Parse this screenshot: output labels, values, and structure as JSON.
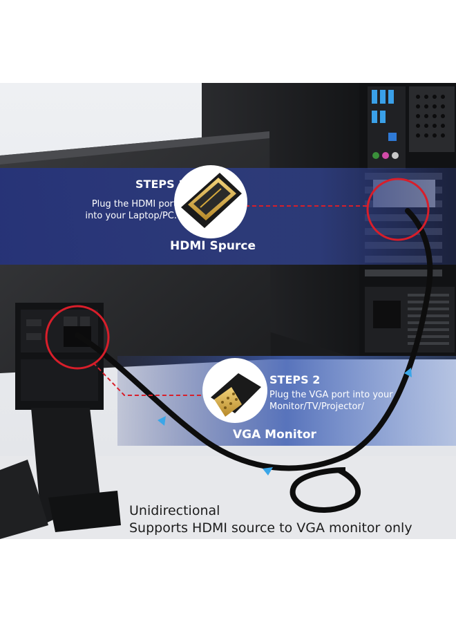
{
  "step1": {
    "title": "STEPS 1",
    "text_line1": "Plug the HDMI port",
    "text_line2": "into your Laptop/PC.",
    "label": "HDMI Spurce"
  },
  "step2": {
    "title": "STEPS 2",
    "text_line1": "Plug the VGA port into your",
    "text_line2": "Monitor/TV/Projector/",
    "label": "VGA Monitor"
  },
  "caption": {
    "line1": "Unidirectional",
    "line2": "Supports HDMI source to VGA monitor only"
  },
  "colors": {
    "banner": "#2f3f86",
    "highlight_circle": "#d81e2a",
    "connector_gold": "#d6a93c",
    "cable": "#111111",
    "accent_arrow": "#3aa6e8"
  }
}
